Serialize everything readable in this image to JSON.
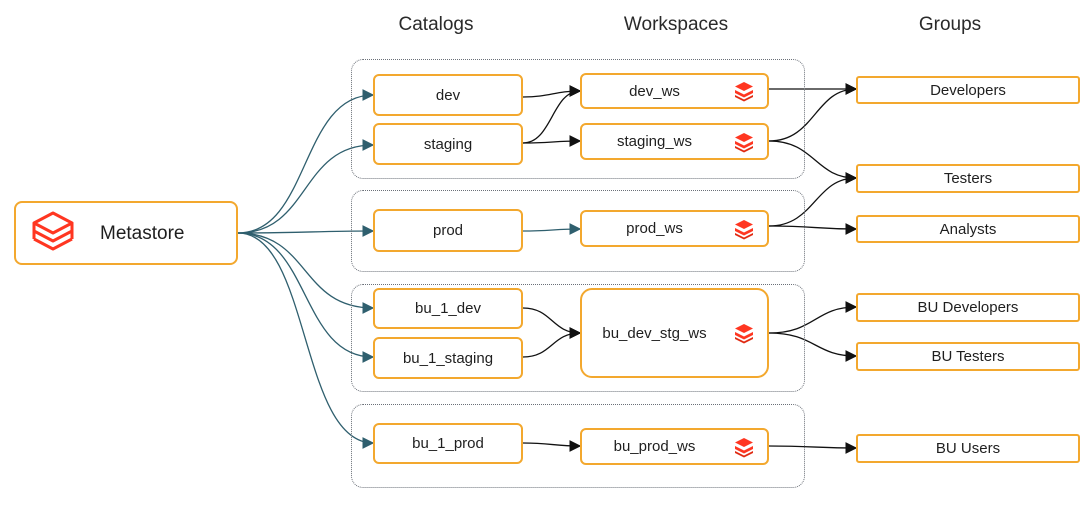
{
  "headers": {
    "catalogs": "Catalogs",
    "workspaces": "Workspaces",
    "groups": "Groups"
  },
  "metastore": {
    "label": "Metastore",
    "icon": "databricks-logo-icon"
  },
  "catalogs": {
    "dev": "dev",
    "staging": "staging",
    "prod": "prod",
    "bu_1_dev": "bu_1_dev",
    "bu_1_staging": "bu_1_staging",
    "bu_1_prod": "bu_1_prod"
  },
  "workspaces": {
    "dev_ws": "dev_ws",
    "staging_ws": "staging_ws",
    "prod_ws": "prod_ws",
    "bu_dev_stg_ws": "bu_dev_stg_ws",
    "bu_prod_ws": "bu_prod_ws"
  },
  "groups": {
    "developers": "Developers",
    "testers": "Testers",
    "analysts": "Analysts",
    "bu_developers": "BU Developers",
    "bu_testers": "BU Testers",
    "bu_users": "BU Users"
  },
  "colors": {
    "node_border": "#f3a82e",
    "metastore_link": "#2f5f6e",
    "link": "#111111",
    "brand_icon": "#ff3621"
  }
}
